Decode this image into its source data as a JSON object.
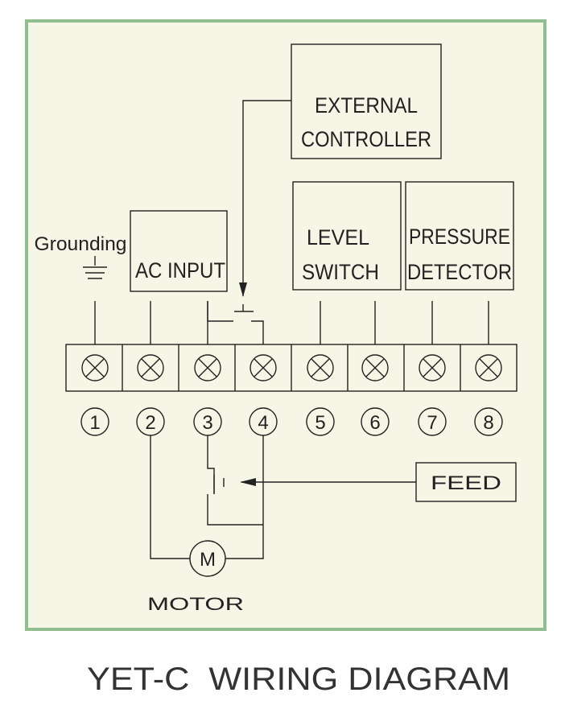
{
  "colors": {
    "frame": "#8fbf8f",
    "panel": "#f6f6e6",
    "ink": "#222222"
  },
  "labels": {
    "external_line1": "EXTERNAL",
    "external_line2": "CONTROLLER",
    "grounding": "Grounding",
    "ac_input": "AC INPUT",
    "level_line1": "LEVEL",
    "level_line2": "SWITCH",
    "pressure_line1": "PRESSURE",
    "pressure_line2": "DETECTOR",
    "feed": "FEED",
    "motor_symbol": "M",
    "motor": "MOTOR"
  },
  "terminals": [
    "1",
    "2",
    "3",
    "4",
    "5",
    "6",
    "7",
    "8"
  ],
  "title": "YET-C  WIRING DIAGRAM"
}
